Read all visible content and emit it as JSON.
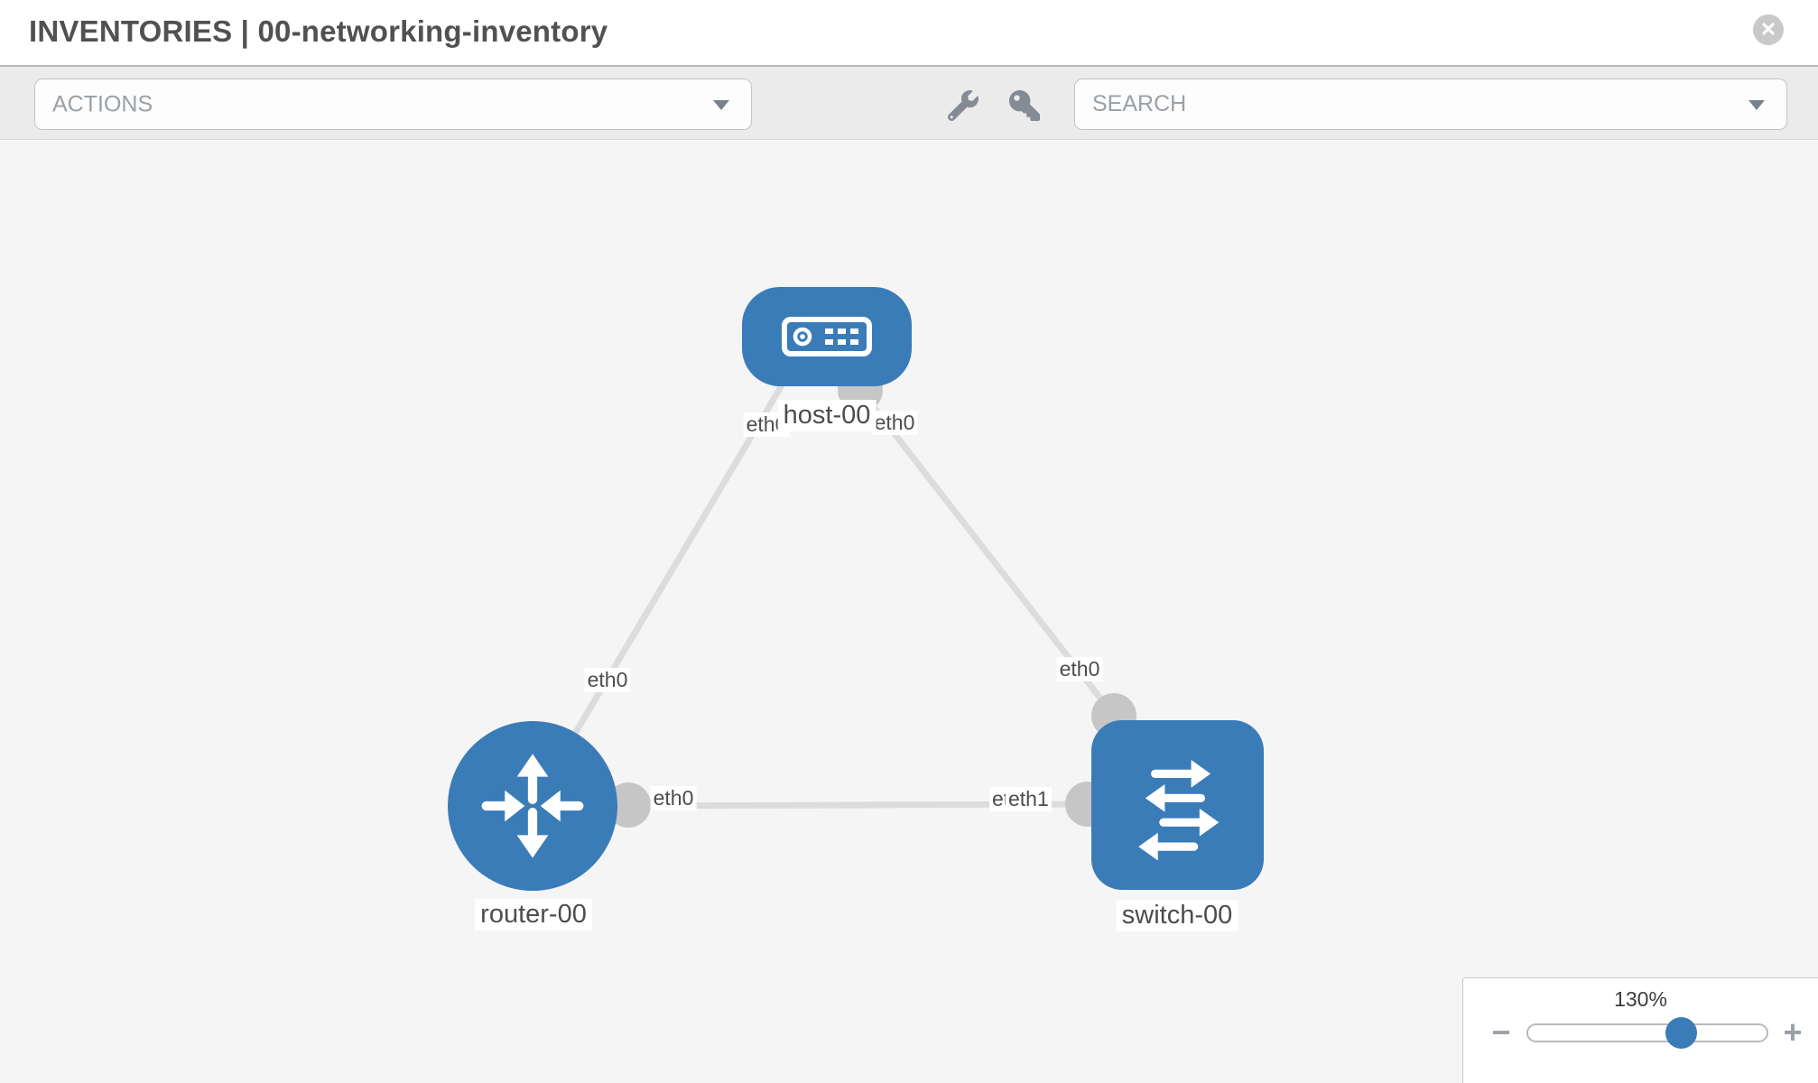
{
  "header": {
    "title": "INVENTORIES | 00-networking-inventory",
    "close_glyph": "✕"
  },
  "toolbar": {
    "actions": {
      "label": "ACTIONS"
    },
    "search": {
      "placeholder": "SEARCH"
    }
  },
  "topology": {
    "nodes": [
      {
        "id": "host-00",
        "type": "host",
        "label": "host-00"
      },
      {
        "id": "router-00",
        "type": "router",
        "label": "router-00"
      },
      {
        "id": "switch-00",
        "type": "switch",
        "label": "switch-00"
      }
    ],
    "links": [
      {
        "from": "host-00",
        "to": "router-00",
        "from_interface": "eth0",
        "to_interface": "eth0"
      },
      {
        "from": "host-00",
        "to": "switch-00",
        "from_interface": "eth0",
        "to_interface": "eth0"
      },
      {
        "from": "router-00",
        "to": "switch-00",
        "from_interface": "eth0",
        "to_interface": "eth1"
      }
    ],
    "overlapping_labels": {
      "behind": "eth0",
      "front": "eth1"
    }
  },
  "zoom_panel": {
    "level": "130%",
    "minus_glyph": "−",
    "plus_glyph": "+"
  },
  "colors": {
    "node_blue": "#3a7cb8",
    "link_gray": "#dcdcdc",
    "connector_gray": "#c6c6c6",
    "canvas_bg": "#f5f5f5"
  }
}
